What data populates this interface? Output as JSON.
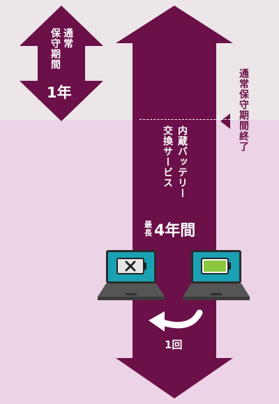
{
  "small_arrow": {
    "line1": "通常",
    "line2": "保守期間",
    "period": "1年"
  },
  "end_marker": {
    "label": "通常保守期間終了"
  },
  "big_arrow": {
    "service_line1": "内蔵バッテリー",
    "service_line2": "交換サービス",
    "max_prefix": "最長",
    "max_period": "4年間"
  },
  "laptops": [
    {
      "battery_state": "dead",
      "icon": "x-mark-icon"
    },
    {
      "battery_state": "full",
      "icon": "battery-full-icon"
    }
  ],
  "swap": {
    "count_label": "1回"
  },
  "colors": {
    "arrow": "#6b1048",
    "top_band": "#ece6e9",
    "bottom_band": "#ecd3e6",
    "screen": "#1aa1b4",
    "battery_dead": "#e6e6e6",
    "battery_full": "#8dc63f"
  }
}
